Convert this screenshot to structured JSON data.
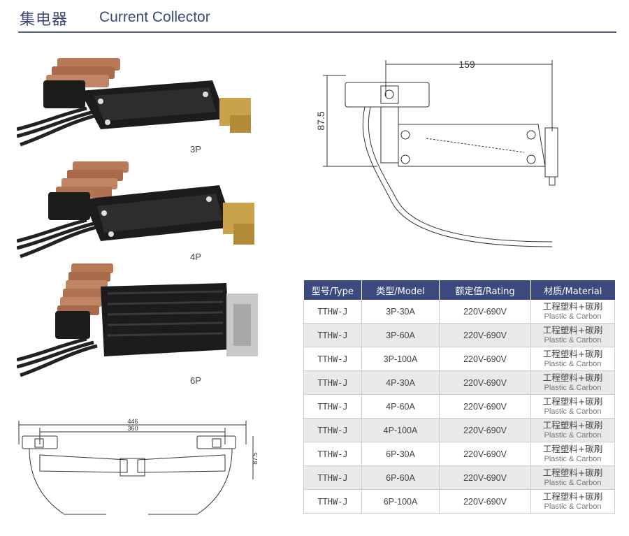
{
  "header": {
    "title_cn": "集电器",
    "title_en": "Current Collector"
  },
  "photos": [
    {
      "label": "3P"
    },
    {
      "label": "4P"
    },
    {
      "label": "6P"
    }
  ],
  "side_drawing": {
    "width_label": "159",
    "height_label": "87.5"
  },
  "double_drawing": {
    "overall_label": "446",
    "inner_label": "360",
    "height_label": "87.5"
  },
  "table": {
    "headers": [
      {
        "cn": "型号",
        "en": "/Type"
      },
      {
        "cn": "类型",
        "en": "/Model"
      },
      {
        "cn": "额定值",
        "en": "/Rating"
      },
      {
        "cn": "材质",
        "en": "/Material"
      }
    ],
    "rows": [
      {
        "type": "TTHW-J",
        "model": "3P-30A",
        "rating": "220V-690V",
        "material_cn": "工程塑料+碳刷",
        "material_en": "Plastic & Carbon"
      },
      {
        "type": "TTHW-J",
        "model": "3P-60A",
        "rating": "220V-690V",
        "material_cn": "工程塑料+碳刷",
        "material_en": "Plastic & Carbon"
      },
      {
        "type": "TTHW-J",
        "model": "3P-100A",
        "rating": "220V-690V",
        "material_cn": "工程塑料+碳刷",
        "material_en": "Plastic & Carbon"
      },
      {
        "type": "TTHW-J",
        "model": "4P-30A",
        "rating": "220V-690V",
        "material_cn": "工程塑料+碳刷",
        "material_en": "Plastic & Carbon"
      },
      {
        "type": "TTHW-J",
        "model": "4P-60A",
        "rating": "220V-690V",
        "material_cn": "工程塑料+碳刷",
        "material_en": "Plastic & Carbon"
      },
      {
        "type": "TTHW-J",
        "model": "4P-100A",
        "rating": "220V-690V",
        "material_cn": "工程塑料+碳刷",
        "material_en": "Plastic & Carbon"
      },
      {
        "type": "TTHW-J",
        "model": "6P-30A",
        "rating": "220V-690V",
        "material_cn": "工程塑料+碳刷",
        "material_en": "Plastic & Carbon"
      },
      {
        "type": "TTHW-J",
        "model": "6P-60A",
        "rating": "220V-690V",
        "material_cn": "工程塑料+碳刷",
        "material_en": "Plastic & Carbon"
      },
      {
        "type": "TTHW-J",
        "model": "6P-100A",
        "rating": "220V-690V",
        "material_cn": "工程塑料+碳刷",
        "material_en": "Plastic & Carbon"
      }
    ]
  },
  "colors": {
    "accent": "#3c4a80",
    "copper": "#b87a56",
    "body": "#1c1c1c",
    "brass": "#c9a24a"
  }
}
